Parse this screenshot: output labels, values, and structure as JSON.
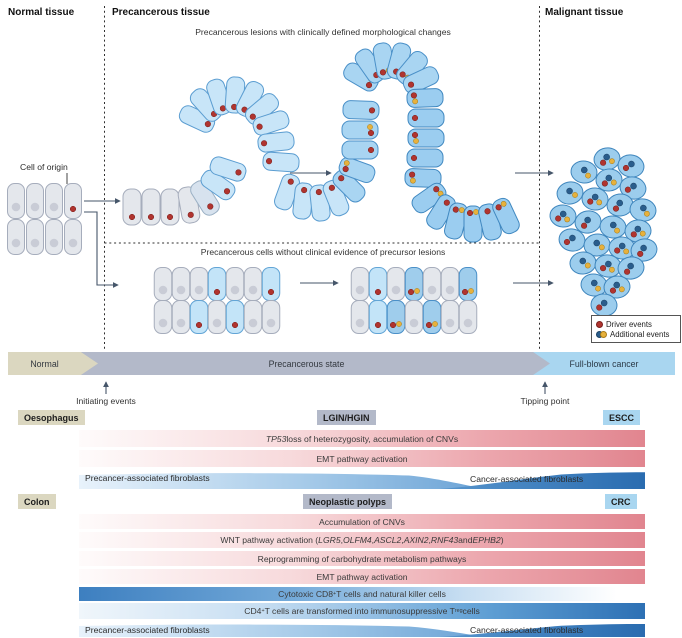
{
  "figure": {
    "headers": {
      "normal": "Normal tissue",
      "precancerous": "Precancerous tissue",
      "malignant": "Malignant tissue"
    },
    "captions": {
      "with_lesions": "Precancerous lesions with clinically defined morphological changes",
      "without_lesions": "Precancerous cells without clinical evidence of precursor lesions",
      "cell_of_origin": "Cell of origin"
    },
    "legend": {
      "driver": "Driver events",
      "additional": "Additional events"
    }
  },
  "timeline": {
    "normal": "Normal",
    "precancerous": "Precancerous state",
    "cancer": "Full-blown cancer",
    "initiating": "Initiating events",
    "tipping": "Tipping point"
  },
  "oesophagus": {
    "organ": "Oesophagus",
    "lesion": "LGIN/HGIN",
    "cancer": "ESCC",
    "band_tp53": "*TP53* loss of heterozygosity, accumulation of CNVs",
    "band_emt": "EMT pathway activation",
    "fibro_left": "Precancer-associated fibroblasts",
    "fibro_right": "Cancer-associated fibroblasts"
  },
  "colon": {
    "organ": "Colon",
    "lesion": "Neoplastic polyps",
    "cancer": "CRC",
    "band_cnv": "Accumulation of CNVs",
    "band_wnt": "WNT pathway activation (*LGR5*, *OLFM4*, *ASCL2*, *AXIN2*, *RNF43* and *EPHB2*)",
    "band_metab": "Reprogramming of carbohydrate metabolism pathways",
    "band_emt": "EMT pathway activation",
    "band_cd8": "Cytotoxic CD8^+^ T cells and natural killer cells",
    "band_cd4": "CD4^+^ T cells are transformed into immunosuppressive T~reg~ cells",
    "fibro_left": "Precancer-associated fibroblasts",
    "fibro_right": "Cancer-associated fibroblasts"
  },
  "colors": {
    "driver_red": "#b0342f",
    "additional_blue": "#2a5d8c",
    "additional_yellow": "#e7b13c",
    "normal_segment": "#dbd7c0",
    "precancerous_segment": "#b3b9c9",
    "cancer_segment": "#a9d6f0",
    "pink_band_end": "#e1858f",
    "blue_band_dark": "#2d70b4",
    "cell_gray": "#e4e7ec",
    "cell_blue_light": "#c8e5f8",
    "cell_blue": "#a9d5f2",
    "arrow": "#46566a"
  }
}
